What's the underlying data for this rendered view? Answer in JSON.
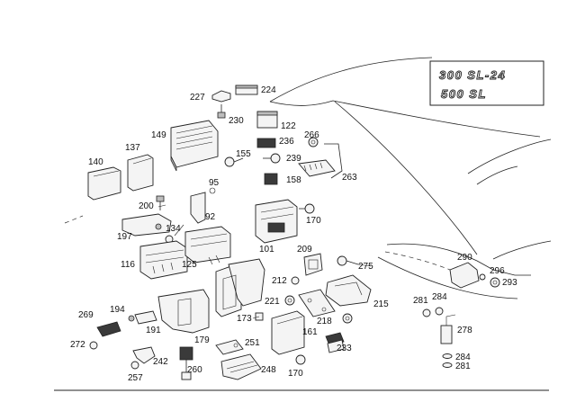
{
  "model_badges": [
    "300 SL-24",
    "500 SL"
  ],
  "callouts": [
    "227",
    "224",
    "230",
    "149",
    "122",
    "236",
    "266",
    "155",
    "239",
    "137",
    "140",
    "158",
    "263",
    "95",
    "200",
    "92",
    "134",
    "170",
    "197",
    "101",
    "209",
    "290",
    "275",
    "116",
    "125",
    "296",
    "293",
    "212",
    "281",
    "284",
    "221",
    "215",
    "269",
    "194",
    "173",
    "218",
    "161",
    "191",
    "272",
    "179",
    "251",
    "233",
    "278",
    "242",
    "260",
    "248",
    "170",
    "284",
    "281",
    "257"
  ]
}
